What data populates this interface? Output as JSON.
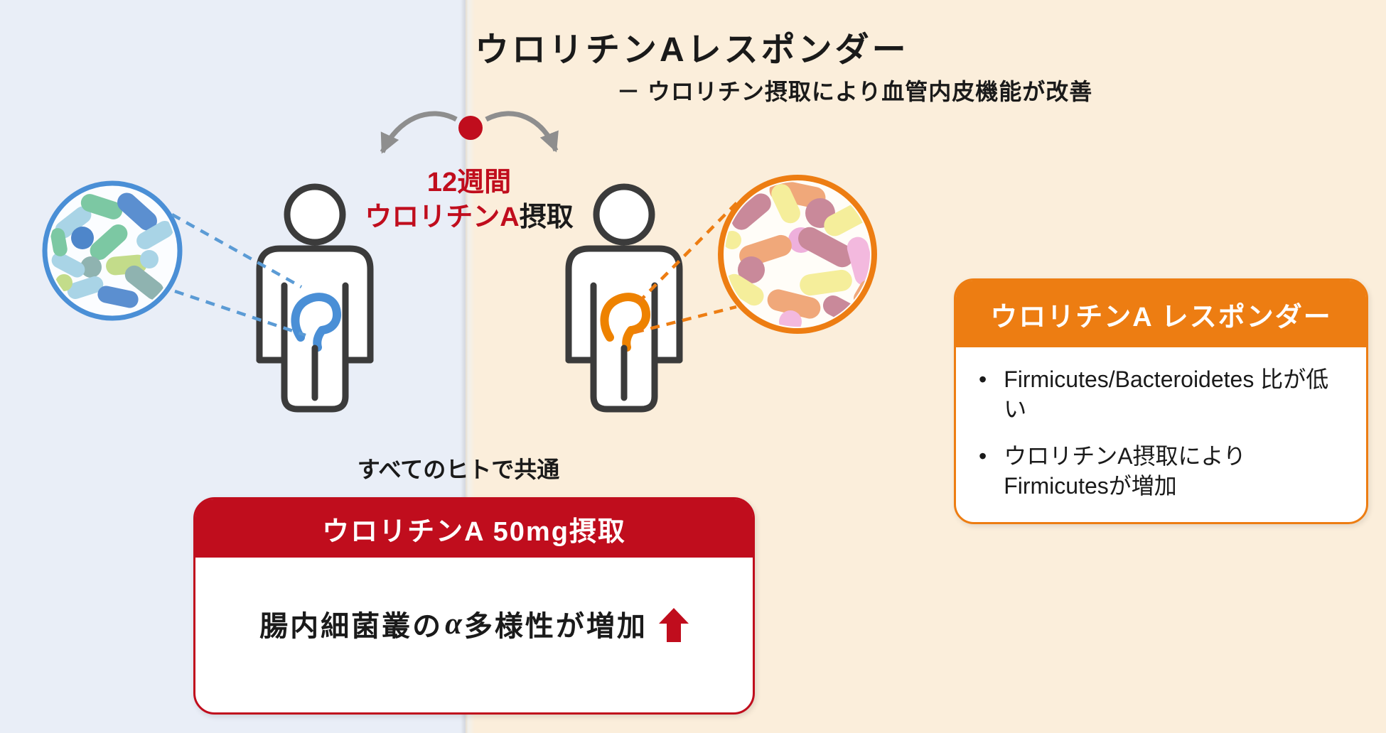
{
  "header": {
    "title": "ウロリチンAレスポンダー",
    "subtitle": "－ ウロリチン摂取により血管内皮機能が改善"
  },
  "treatment": {
    "duration": "12週間",
    "substance": "ウロリチンA",
    "action": "摂取"
  },
  "common_label": "すべてのヒトで共通",
  "all_box": {
    "header": "ウロリチンA 50mg摂取",
    "body_prefix": "腸内細菌叢の",
    "body_alpha": "α",
    "body_suffix": "多様性が増加"
  },
  "responder_box": {
    "header": "ウロリチンA レスポンダー",
    "bullet_glyph": "•",
    "bullets": [
      "Firmicutes/Bacteroidetes 比が低い",
      "ウロリチンA摂取によりFirmicutesが増加"
    ]
  },
  "colors": {
    "left_panel_bg": "#e9eef7",
    "right_panel_bg": "#fbeedb",
    "accent_red": "#c00d1d",
    "accent_orange": "#ed7d12",
    "accent_blue": "#4a8fd6",
    "person_outline": "#3b3b3b",
    "arrow_gray": "#8e8e8e"
  },
  "icons": {
    "red_dot": "timeline-origin dot",
    "curved_arrows": "gray arrows from dot to both subjects",
    "person": "human silhouette outline",
    "intestine": "large-intestine squiggle on torso",
    "microbiome_left": "blue/green bacteria in blue circle",
    "microbiome_right": "pink/yellow bacteria in orange circle",
    "up_arrow": "red block arrow (increase)"
  }
}
